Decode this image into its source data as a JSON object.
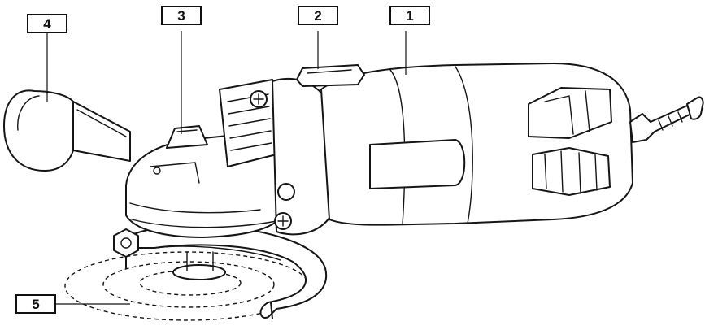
{
  "callouts": [
    {
      "id": "1",
      "label": "1"
    },
    {
      "id": "2",
      "label": "2"
    },
    {
      "id": "3",
      "label": "3"
    },
    {
      "id": "4",
      "label": "4"
    },
    {
      "id": "5",
      "label": "5"
    }
  ],
  "colors": {
    "line": "#151515",
    "background": "#ffffff"
  }
}
